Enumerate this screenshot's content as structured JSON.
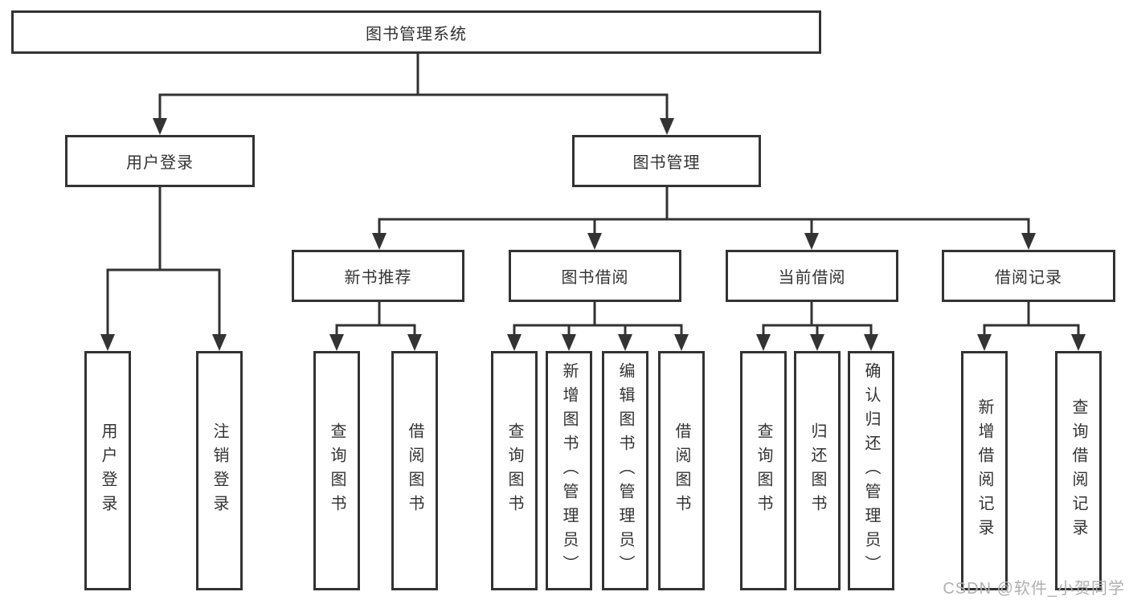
{
  "diagram": {
    "title": "图书管理系统",
    "level1": {
      "user_login": {
        "label": "用户登录",
        "children": [
          "用户登录",
          "注销登录"
        ]
      },
      "book_management": {
        "label": "图书管理",
        "sections": {
          "new_book_recommend": {
            "label": "新书推荐",
            "children": [
              "查询图书",
              "借阅图书"
            ]
          },
          "book_borrow": {
            "label": "图书借阅",
            "children": [
              "查询图书",
              "新增图书（管理员）",
              "编辑图书（管理员）",
              "借阅图书"
            ]
          },
          "current_borrow": {
            "label": "当前借阅",
            "children": [
              "查询图书",
              "归还图书",
              "确认归还（管理员）"
            ]
          },
          "borrow_records": {
            "label": "借阅记录",
            "children": [
              "新增借阅记录",
              "查询借阅记录"
            ]
          }
        }
      }
    }
  },
  "watermark": {
    "text": "CSDN @软件_小贺同学"
  },
  "colors": {
    "line": "#333333",
    "text": "#333333",
    "box_background": "#ffffff",
    "watermark": "#b0b0b0"
  }
}
